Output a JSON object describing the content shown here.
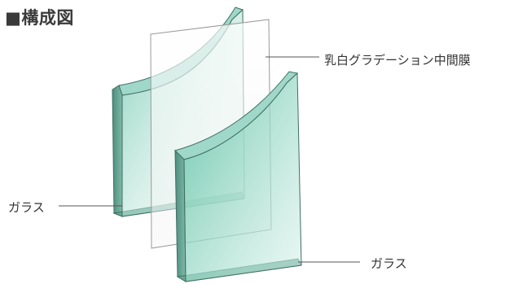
{
  "title": "■構成図",
  "labels": {
    "interlayer": "乳白グラデーション中間膜",
    "glass_left": "ガラス",
    "glass_right": "ガラス"
  },
  "colors": {
    "glass_face": "#8fd3c1",
    "glass_edge": "#5f9c8b",
    "glass_outline": "#3f6f62",
    "interlayer": "#eeeeee",
    "leader_line": "#555555"
  }
}
